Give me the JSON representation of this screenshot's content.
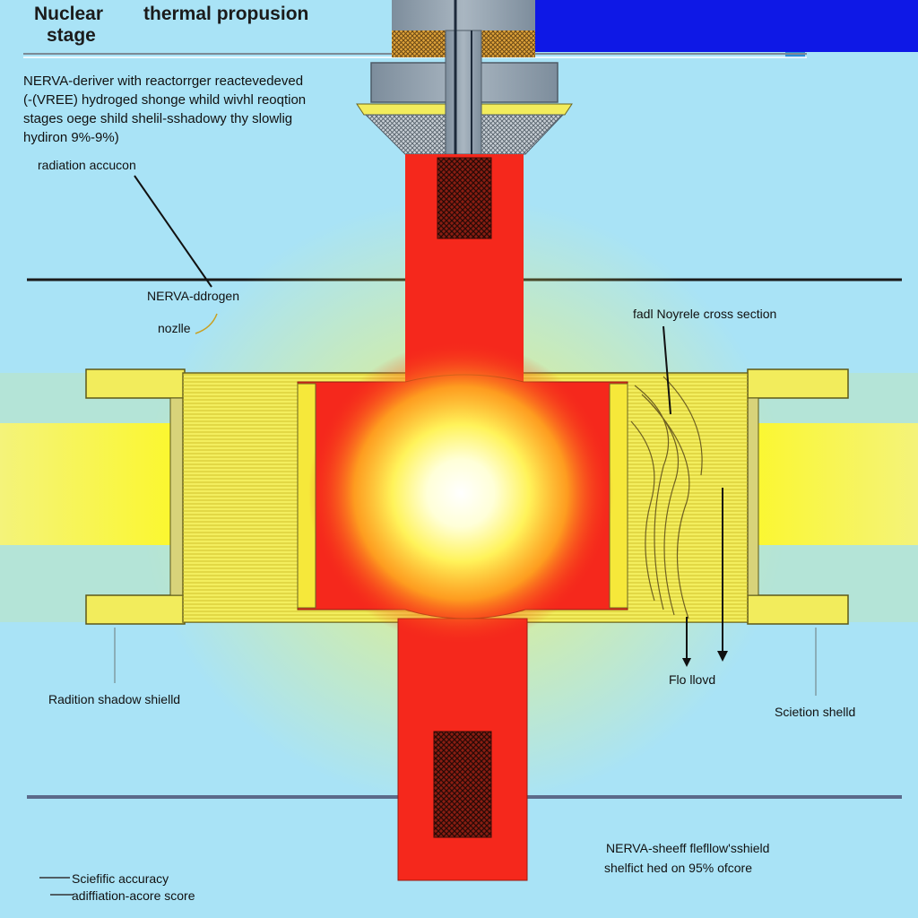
{
  "title": {
    "line1a": "Nuclear",
    "line1b": "thermal propusion",
    "line2": "stage"
  },
  "description": [
    "NERVA-deriver with reactorrger reactevedeved",
    "(-(VREE) hydroged shonge whild wivhl reoqtion",
    "stages oege shild shelil-sshadowy thy slowlig",
    "hydiron 9%-9%)"
  ],
  "labels": {
    "radiation_accucon": "radiation accucon",
    "nerva_hydrogen": "NERVA-ddrogen",
    "nozzle": "nozlle",
    "fuel_nozzle_cross_section": "fadl Noyrele cross section",
    "flow": "Flo llovd",
    "radiation_shadow_shield": "Radition shadow shielld",
    "section_shield": "Scietion shelld",
    "nerva_flow_shield_line1": "NERVA-sheeff flefllow'sshield",
    "nerva_flow_shield_line2": "shelfict hed on 95% ofcore",
    "scientific_accuracy": "Sciefific accuracy",
    "radiation_score": "adiffiation-acore score"
  },
  "colors": {
    "background": "#a9e3f6",
    "core_red": "#f5281c",
    "hot_yellow": "#f6f13a",
    "shield_yellow": "#f2ec5c",
    "blue_block": "#0e18e6",
    "steel": "#8c9aa7"
  }
}
